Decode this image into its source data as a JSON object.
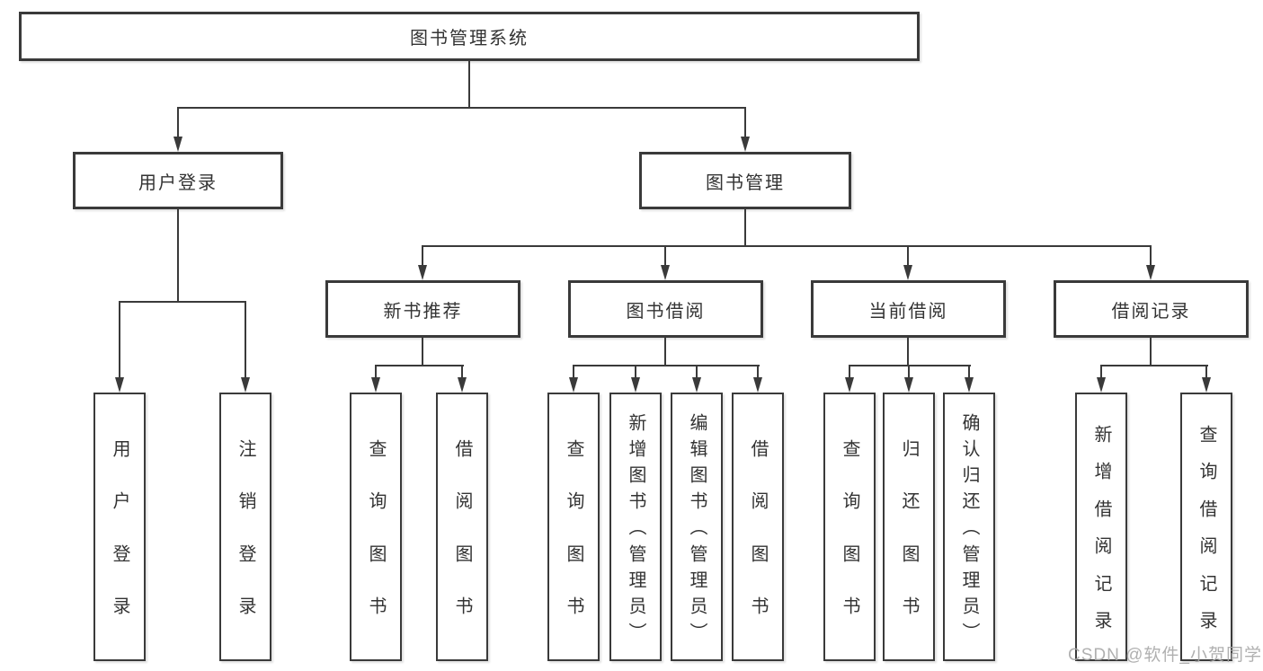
{
  "tree": {
    "root": {
      "label": "图书管理系统",
      "children": [
        {
          "label": "用户登录",
          "children": [
            {
              "label": "用户登录"
            },
            {
              "label": "注销登录"
            }
          ]
        },
        {
          "label": "图书管理",
          "children": [
            {
              "label": "新书推荐",
              "children": [
                {
                  "label": "查询图书"
                },
                {
                  "label": "借阅图书"
                }
              ]
            },
            {
              "label": "图书借阅",
              "children": [
                {
                  "label": "查询图书"
                },
                {
                  "label": "新增图书（管理员）"
                },
                {
                  "label": "编辑图书（管理员）"
                },
                {
                  "label": "借阅图书"
                }
              ]
            },
            {
              "label": "当前借阅",
              "children": [
                {
                  "label": "查询图书"
                },
                {
                  "label": "归还图书"
                },
                {
                  "label": "确认归还（管理员）"
                }
              ]
            },
            {
              "label": "借阅记录",
              "children": [
                {
                  "label": "新增借阅记录"
                },
                {
                  "label": "查询借阅记录"
                }
              ]
            }
          ]
        }
      ]
    }
  },
  "watermark": {
    "text": "CSDN @软件_小贺同学"
  },
  "colors": {
    "line": "#3a3a3a",
    "text": "#333333",
    "box_background": "#ffffff",
    "page_background": "#ffffff",
    "watermark": "#a8a8a8"
  }
}
